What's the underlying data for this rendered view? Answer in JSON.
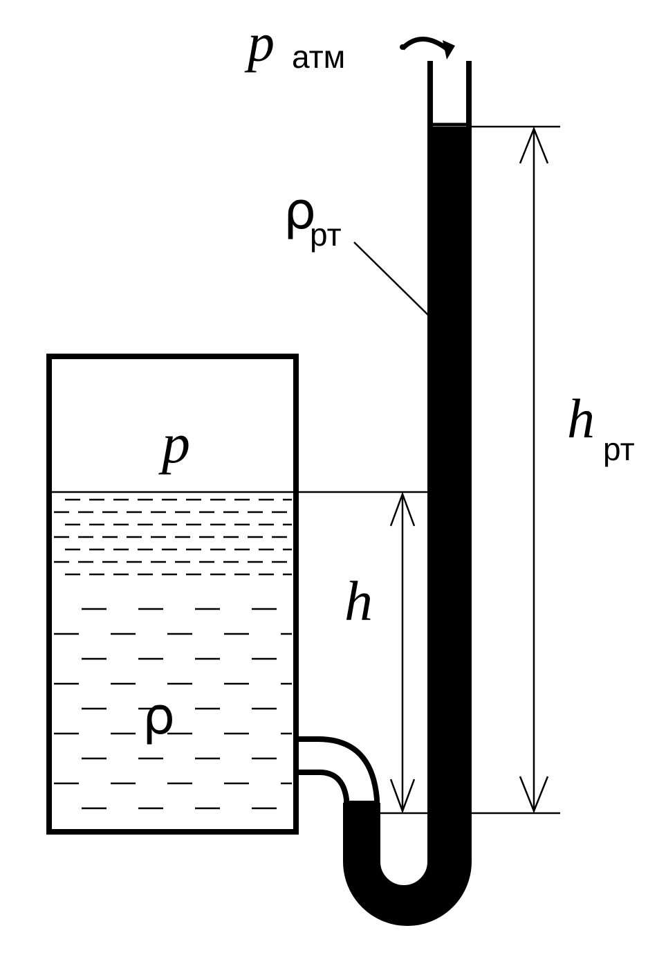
{
  "labels": {
    "p_atm_symbol": "p",
    "p_atm_subscript": "атм",
    "rho_rt_symbol": "ρ",
    "rho_rt_subscript": "рт",
    "h_rt_symbol": "h",
    "h_rt_subscript": "рт",
    "p_symbol": "p",
    "h_symbol": "h",
    "rho_symbol": "ρ"
  },
  "colors": {
    "line": "#000000",
    "mercury": "#000000",
    "background": "#ffffff"
  }
}
